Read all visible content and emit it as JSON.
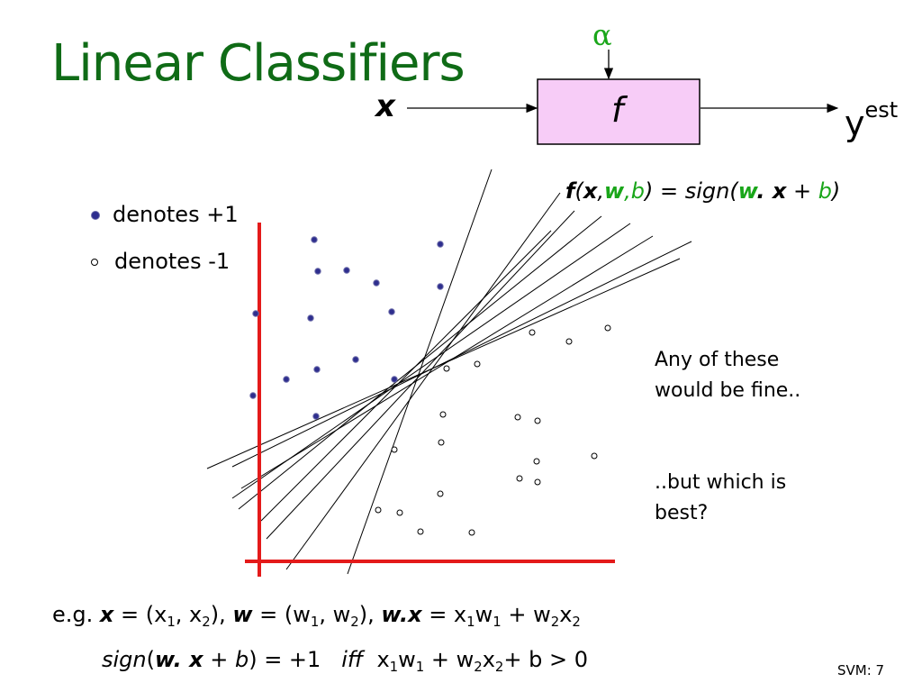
{
  "title": "Linear Classifiers",
  "block": {
    "param": "α",
    "input": "x",
    "function": "f",
    "output_base": "y",
    "output_sup": "est"
  },
  "formula": {
    "f": "f",
    "open": "(",
    "x": "x",
    "comma1": ",",
    "w": "w",
    "comma2": ",",
    "b": "b",
    "close_eq": ") = sign(",
    "w2": "w",
    "dot_x": ". x",
    "plus": " + ",
    "b2": "b",
    "end": ")"
  },
  "legend": {
    "pos_label": "denotes +1",
    "neg_label": "denotes -1"
  },
  "notes": {
    "line1": "Any of these",
    "line2": "would be fine..",
    "line3": "..but which is",
    "line4": "best?"
  },
  "example": {
    "prefix": "e.g. ",
    "x": "x",
    "eq1": " = (x",
    "s1": "1",
    "c1": ", x",
    "s2": "2",
    "p1": "), ",
    "w": "w",
    "eq2": " = (w",
    "s3": "1",
    "c2": ", w",
    "s4": "2",
    "p2": "), ",
    "wx": "w.x",
    "eq3": " = x",
    "s5": "1",
    "t1": "w",
    "s6": "1",
    "t2": " + w",
    "s7": "2",
    "t3": "x",
    "s8": "2"
  },
  "rule": {
    "sign": "sign",
    "open": "(",
    "w": "w",
    "dx": ". x",
    "rest": " + b",
    "eq": ") = +1   ",
    "iff": "iff",
    "r1": "  x",
    "s1": "1",
    "r2": "w",
    "s2": "1",
    "r3": " + w",
    "s3": "2",
    "r4": "x",
    "s4": "2",
    "r5": "+ b > 0"
  },
  "slide_number": "SVM: 7",
  "colors": {
    "title": "#0f6b16",
    "box_fill": "#f7ccf7",
    "axes": "#e41a1a",
    "pos_point": "#2e2e8e",
    "green_text": "#1aa61a"
  }
}
